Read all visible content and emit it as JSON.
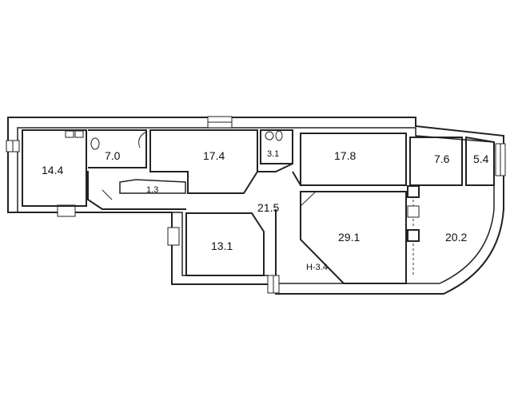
{
  "rooms": [
    {
      "id": "room-a",
      "area": "14.4"
    },
    {
      "id": "room-b",
      "area": "7.0"
    },
    {
      "id": "room-c",
      "area": "17.4"
    },
    {
      "id": "room-d",
      "area": "3.1"
    },
    {
      "id": "room-e",
      "area": "17.8"
    },
    {
      "id": "room-f",
      "area": "7.6"
    },
    {
      "id": "room-g",
      "area": "5.4"
    },
    {
      "id": "room-h",
      "area": "1.3"
    },
    {
      "id": "room-i",
      "area": "21.5"
    },
    {
      "id": "room-j",
      "area": "13.1"
    },
    {
      "id": "room-k",
      "area": "29.1"
    },
    {
      "id": "room-l",
      "area": "20.2"
    }
  ],
  "height_label": "H-3.4"
}
